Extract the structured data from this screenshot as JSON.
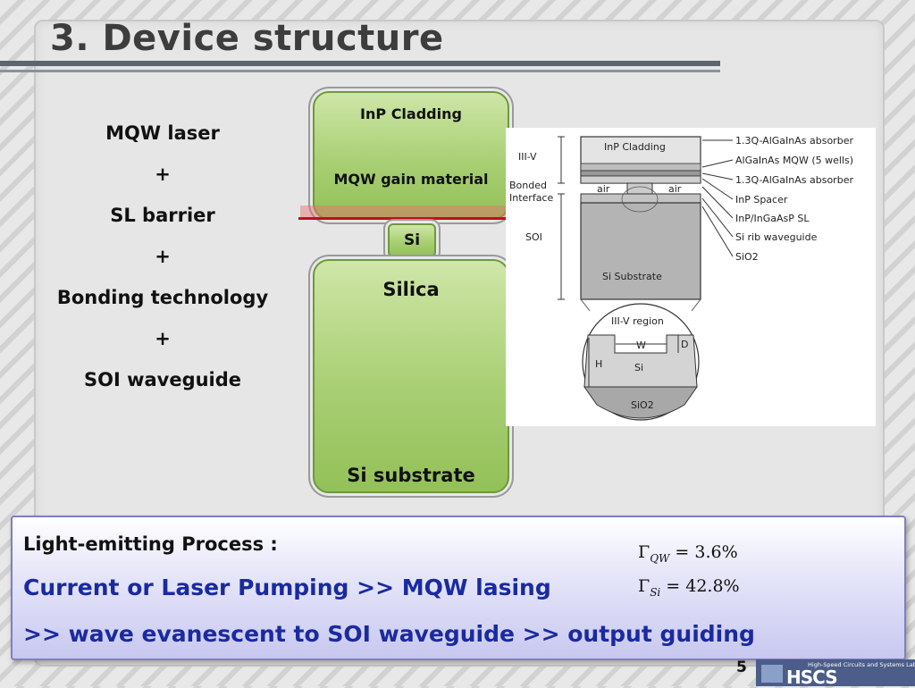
{
  "slide": {
    "title": "3. Device structure",
    "page_number": "5"
  },
  "stack": {
    "items": [
      "MQW laser",
      "+",
      "SL barrier",
      "+",
      "Bonding technology",
      "+",
      "SOI waveguide"
    ]
  },
  "cross_section": {
    "inp_cladding": "InP Cladding",
    "mqw_gain": "MQW gain material",
    "si": "Si",
    "silica": "Silica",
    "si_substrate": "Si substrate"
  },
  "figure": {
    "left_labels": {
      "iii_v": "III-V",
      "bonded_interface": "Bonded Interface",
      "soi": "SOI"
    },
    "inner_labels": {
      "inp_cladding": "InP Cladding",
      "air_left": "air",
      "air_right": "air",
      "si_substrate": "Si Substrate",
      "iii_v_region": "III-V region",
      "w": "W",
      "d": "D",
      "h": "H",
      "si": "Si",
      "sio2": "SiO2"
    },
    "right_labels": [
      "1.3Q-AlGaInAs absorber",
      "AlGaInAs MQW (5 wells)",
      "1.3Q-AlGaInAs absorber",
      "InP Spacer",
      "InP/InGaAsP SL",
      "Si rib waveguide",
      "SiO2"
    ]
  },
  "process": {
    "heading": "Light-emitting Process :",
    "line1": "Current or Laser Pumping >> MQW lasing",
    "line2": ">> wave evanescent to SOI waveguide >> output guiding",
    "eq1_sub": "QW",
    "eq1_value": "= 3.6%",
    "eq2_sub": "Si",
    "eq2_value": "= 42.8%",
    "gamma": "Γ"
  },
  "logo": {
    "text": "HSCS",
    "subtitle": "High-Speed Circuits and Systems Laboratory"
  }
}
